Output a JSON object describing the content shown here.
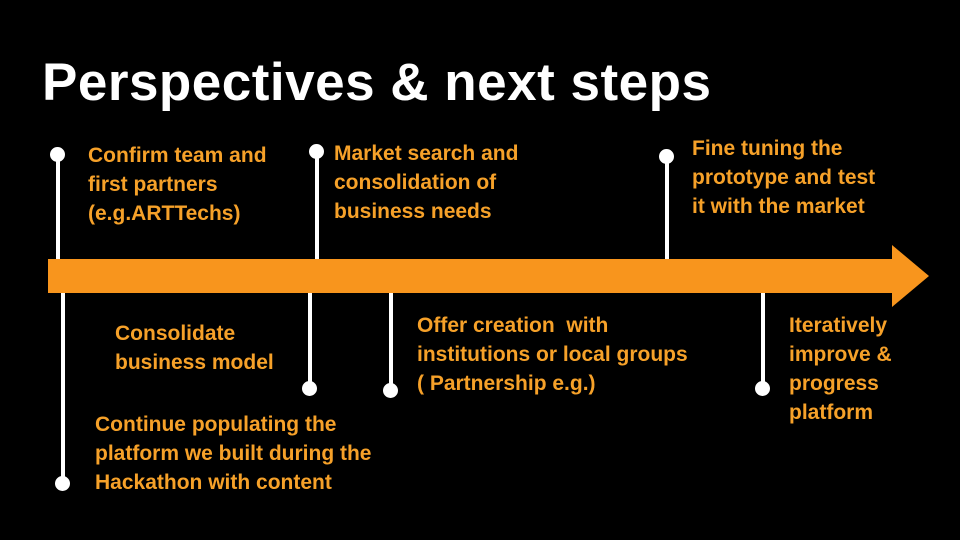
{
  "slide": {
    "title": "Perspectives & next steps"
  },
  "colors": {
    "background": "#000000",
    "title": "#FFFFFF",
    "milestone_text": "#F6A129",
    "arrow": "#F8951D",
    "connector": "#FFFFFF"
  },
  "milestones": {
    "above": [
      {
        "text": "Confirm team and\nfirst partners\n(e.g.ARTTechs)"
      },
      {
        "text": "Market search and\nconsolidation of\nbusiness needs"
      },
      {
        "text": "Fine tuning the\nprototype and test\nit with the market"
      }
    ],
    "below": [
      {
        "text": "Consolidate\nbusiness model"
      },
      {
        "text": "Offer creation  with\ninstitutions or local groups\n( Partnership e.g.)"
      },
      {
        "text": "Iteratively\nimprove &\nprogress\nplatform"
      },
      {
        "text": "Continue populating the\nplatform we built during the\nHackathon with content"
      }
    ]
  }
}
